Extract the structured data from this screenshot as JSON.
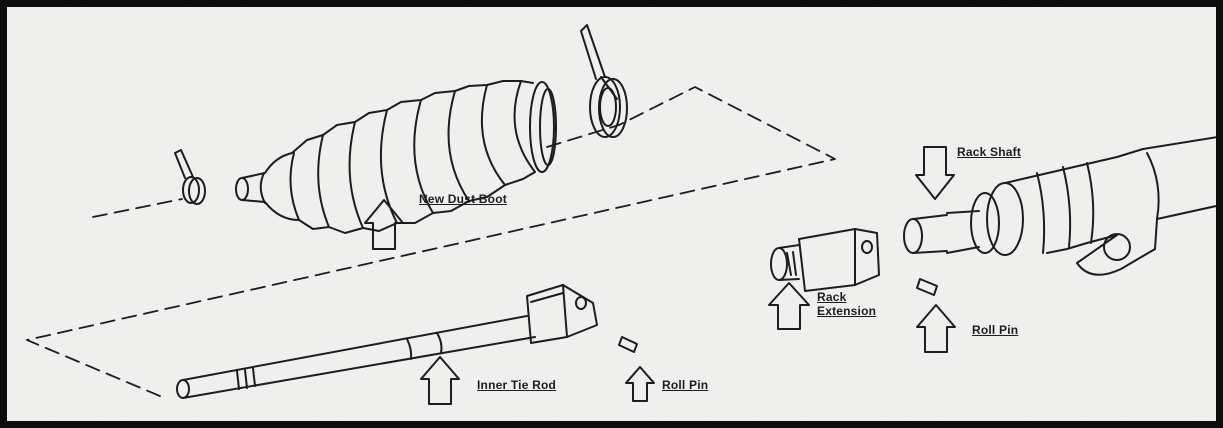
{
  "labels": {
    "new_dust_boot": "New Dust Boot",
    "rack_shaft": "Rack Shaft",
    "rack_extension": "Rack\nExtension",
    "roll_pin_right": "Roll Pin",
    "inner_tie_rod": "Inner Tie Rod",
    "roll_pin_left": "Roll Pin"
  },
  "colors": {
    "frame": "#0d0d0d",
    "paper": "#f1f1ef",
    "ink": "#1d1d1d"
  }
}
